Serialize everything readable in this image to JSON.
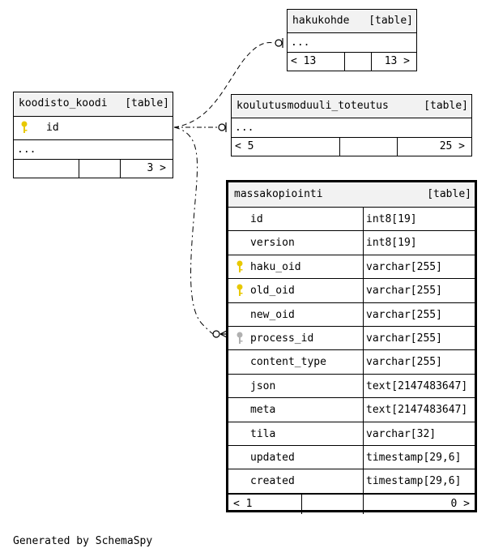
{
  "hakukohde": {
    "name": "hakukohde",
    "type": "[table]",
    "ellipsis": "...",
    "nav_left": "< 13",
    "nav_right": "13 >"
  },
  "koodisto_koodi": {
    "name": "koodisto_koodi",
    "type": "[table]",
    "col_id": "id",
    "ellipsis": "...",
    "nav_right": "3 >"
  },
  "koulutusmoduuli_toteutus": {
    "name": "koulutusmoduuli_toteutus",
    "type": "[table]",
    "ellipsis": "...",
    "nav_left": "< 5",
    "nav_right": "25 >"
  },
  "massakopiointi": {
    "name": "massakopiointi",
    "type": "[table]",
    "columns": [
      {
        "name": "id",
        "type": "int8[19]",
        "key": "none"
      },
      {
        "name": "version",
        "type": "int8[19]",
        "key": "none"
      },
      {
        "name": "haku_oid",
        "type": "varchar[255]",
        "key": "gold"
      },
      {
        "name": "old_oid",
        "type": "varchar[255]",
        "key": "gold"
      },
      {
        "name": "new_oid",
        "type": "varchar[255]",
        "key": "none"
      },
      {
        "name": "process_id",
        "type": "varchar[255]",
        "key": "gray"
      },
      {
        "name": "content_type",
        "type": "varchar[255]",
        "key": "none"
      },
      {
        "name": "json",
        "type": "text[2147483647]",
        "key": "none"
      },
      {
        "name": "meta",
        "type": "text[2147483647]",
        "key": "none"
      },
      {
        "name": "tila",
        "type": "varchar[32]",
        "key": "none"
      },
      {
        "name": "updated",
        "type": "timestamp[29,6]",
        "key": "none"
      },
      {
        "name": "created",
        "type": "timestamp[29,6]",
        "key": "none"
      }
    ],
    "nav_left": "< 1",
    "nav_right": "0 >"
  },
  "footer": "Generated by SchemaSpy",
  "colors": {
    "gold_key": "#e8c800",
    "gray_key": "#b0b0b0",
    "header_bg": "#f2f2f2"
  }
}
